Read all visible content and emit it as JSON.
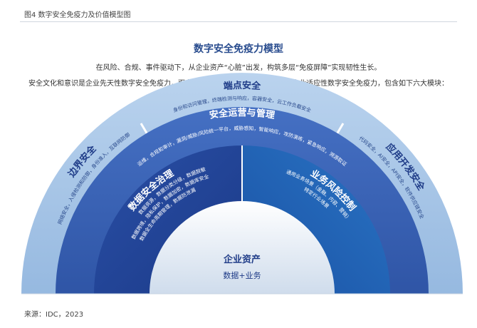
{
  "figure_caption": "图4 数字安全免疫力及价值模型图",
  "title": "数字安全免疫力模型",
  "description_line1": "在风险、合规、事件驱动下，从企业资产“心脏”出发，构筑多层“免疫屏障”实现韧性生长。",
  "description_line2": "安全文化和意识是企业先天性数字安全免疫力，面向高度具体的攻击所形成的防线是企业适应性数字安全免疫力，包含如下六大模块：",
  "outer_ring": {
    "left": {
      "title": "边界安全",
      "detail": "网络安全，入侵检测和防御，身份准入，互联网防御"
    },
    "top": {
      "title": "端点安全",
      "detail": "身份和访问管理，终端检测与响应，容器安全，云工作负载安全"
    },
    "right": {
      "title": "应用开发安全",
      "detail": "代码安全，AI安全，API安全，软件供应链安全"
    }
  },
  "middle_ring": {
    "title": "安全运营与管理",
    "detail": "运维，合规和审计，漏洞/威胁/风险统一平台，威胁感知，智能响应，攻防演练，紧急响应，溯源取证"
  },
  "inner_ring": {
    "left": {
      "title": "数据安全治理",
      "detail_line1": "数据资源，数据分类分级，数据脱敏",
      "detail_line2": "数据跨境，隐私保护，数据加密，数据库安全",
      "detail_line3": "数据全生命周期管理，数据防泄漏"
    },
    "right": {
      "title": "业务风险控制",
      "detail_line1": "通用业务场景（金融、内容、营销）",
      "detail_line2": "特定行业场景"
    }
  },
  "core": {
    "title": "企业资产",
    "subtitle": "数据+业务"
  },
  "source": "来源：IDC，2023",
  "colors": {
    "outer_ring": "#a9c6e6",
    "middle_ring": "#3b63b5",
    "inner_left": "#23479b",
    "inner_right": "#1f62b3",
    "core": "#dde6f1",
    "title": "#2a4d8f"
  }
}
